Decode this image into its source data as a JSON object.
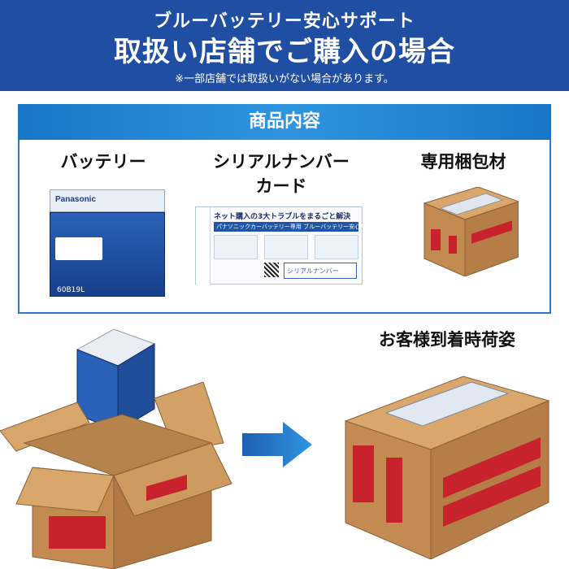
{
  "header": {
    "line1": "ブルーバッテリー安心サポート",
    "line2": "取扱い店舗でご購入の場合",
    "note": "※一部店舗では取扱いがない場合があります。"
  },
  "contents": {
    "title": "商品内容",
    "items": [
      {
        "label": "バッテリー"
      },
      {
        "label": "シリアルナンバー\nカード"
      },
      {
        "label": "専用梱包材"
      }
    ]
  },
  "card": {
    "headline": "ネット購入の3大トラブルをまるごと解決",
    "bar": "パナソニックカーバッテリー専用 ブルーバッテリー安心サポート",
    "serial_label": "シリアルナンバー"
  },
  "battery": {
    "brand": "Panasonic",
    "model": "60B19L"
  },
  "arrival": {
    "label": "お客様到着時荷姿"
  },
  "colors": {
    "header_blue": "#1f4ea3",
    "panel_blue": "#2d79c9",
    "cardboard": "#c8955a",
    "warning_red": "#c8232c"
  }
}
